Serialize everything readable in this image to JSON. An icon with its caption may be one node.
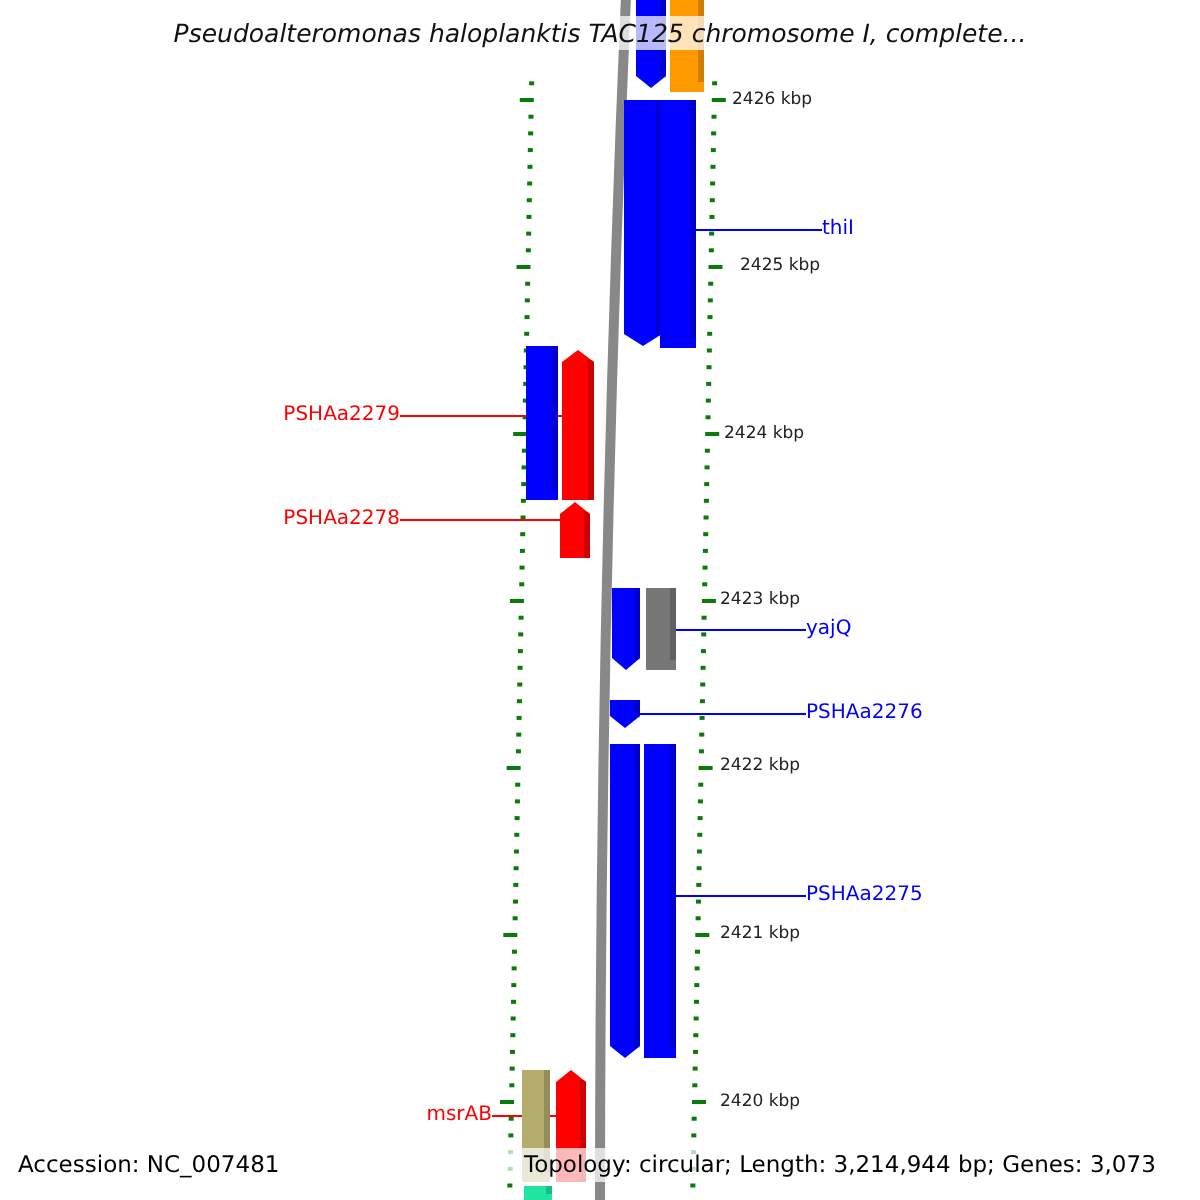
{
  "diagram": {
    "title": "Pseudoalteromonas haloplanktis TAC125 chromosome I, complete...",
    "nodes": [
      {
        "text": [],
        "shape": "bar"
      },
      {
        "text": [],
        "shape": "bar"
      },
      {
        "text": [],
        "shape": "bar"
      },
      {
        "text": [],
        "shape": "bar"
      },
      {
        "text": [],
        "shape": "bar"
      },
      {
        "text": [],
        "shape": "bar"
      },
      {
        "text": [],
        "shape": "bar"
      },
      {
        "text": [],
        "shape": "bar"
      },
      {
        "text": [],
        "shape": "bar"
      },
      {
        "text": [],
        "shape": "bar"
      },
      {
        "text": [],
        "shape": "bar"
      },
      {
        "text": [],
        "shape": "bar"
      },
      {
        "text": [],
        "shape": "bar"
      },
      {
        "text": [],
        "shape": "bar"
      },
      {
        "text": [],
        "shape": "bar"
      },
      {
        "text": [
          "thiI"
        ]
      },
      {
        "text": [
          "PSHAa2279"
        ]
      },
      {
        "text": [
          "PSHAa2278"
        ]
      },
      {
        "text": [
          "yajQ"
        ]
      },
      {
        "text": [
          "PSHAa2276"
        ]
      },
      {
        "text": [
          "PSHAa2275"
        ]
      },
      {
        "text": [
          "msrAB"
        ]
      }
    ],
    "edges": [
      {
        "from": 15,
        "to": 3,
        "arrow": "none"
      },
      {
        "from": 16,
        "to": 5,
        "arrow": "none",
        "color": "#ff0000"
      },
      {
        "from": 17,
        "to": 6,
        "arrow": "none",
        "color": "#ff0000"
      },
      {
        "from": 18,
        "to": 8,
        "arrow": "none"
      },
      {
        "from": 19,
        "to": 9,
        "arrow": "none"
      },
      {
        "from": 20,
        "to": 11,
        "arrow": "none"
      },
      {
        "from": 21,
        "to": 13,
        "arrow": "none",
        "color": "#ff0000"
      }
    ],
    "labels": [
      "2426 kbp",
      "2425 kbp",
      "2424 kbp",
      "2423 kbp",
      "2422 kbp",
      "2421 kbp",
      "2420 kbp",
      "Accession: NC_007481",
      "Topology: circular; Length: 3,214,944 bp; Genes: 3,073"
    ]
  }
}
